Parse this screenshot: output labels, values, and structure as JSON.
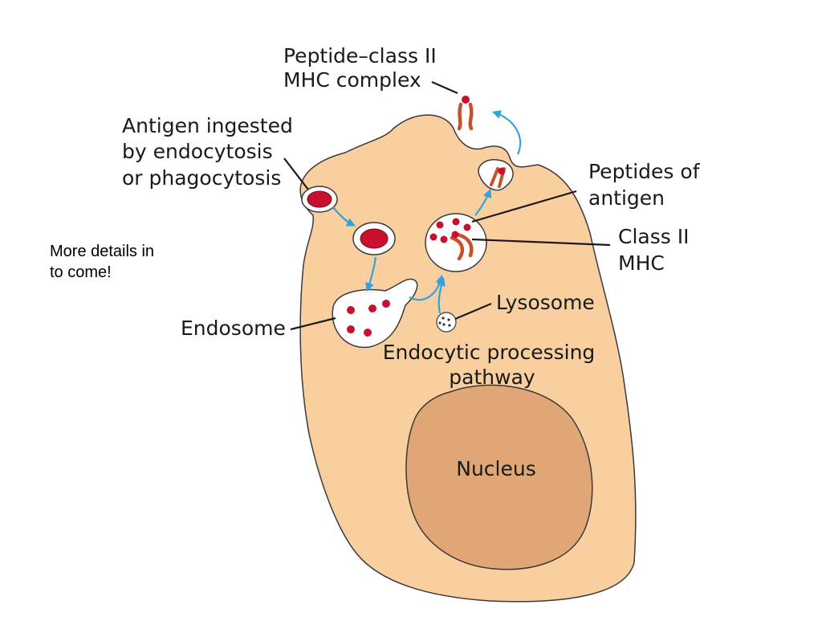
{
  "labels": {
    "peptide_complex": [
      "Peptide–class II",
      "MHC complex"
    ],
    "antigen_ingested": [
      "Antigen ingested",
      "by endocytosis",
      "or phagocytosis"
    ],
    "peptides_of_antigen": [
      "Peptides of",
      "antigen"
    ],
    "class_ii_mhc": [
      "Class II",
      "MHC"
    ],
    "lysosome": "Lysosome",
    "endosome": "Endosome",
    "pathway": [
      "Endocytic processing",
      "pathway"
    ],
    "nucleus": "Nucleus"
  },
  "note": [
    "More details in",
    "to come!"
  ],
  "colors": {
    "cell": "#f9cfa0",
    "nucleus": "#e0a676",
    "antigen": "#c8102e",
    "mhc": "#c8502a",
    "arrow": "#2ea3dc",
    "vesicle": "#ffffff"
  }
}
